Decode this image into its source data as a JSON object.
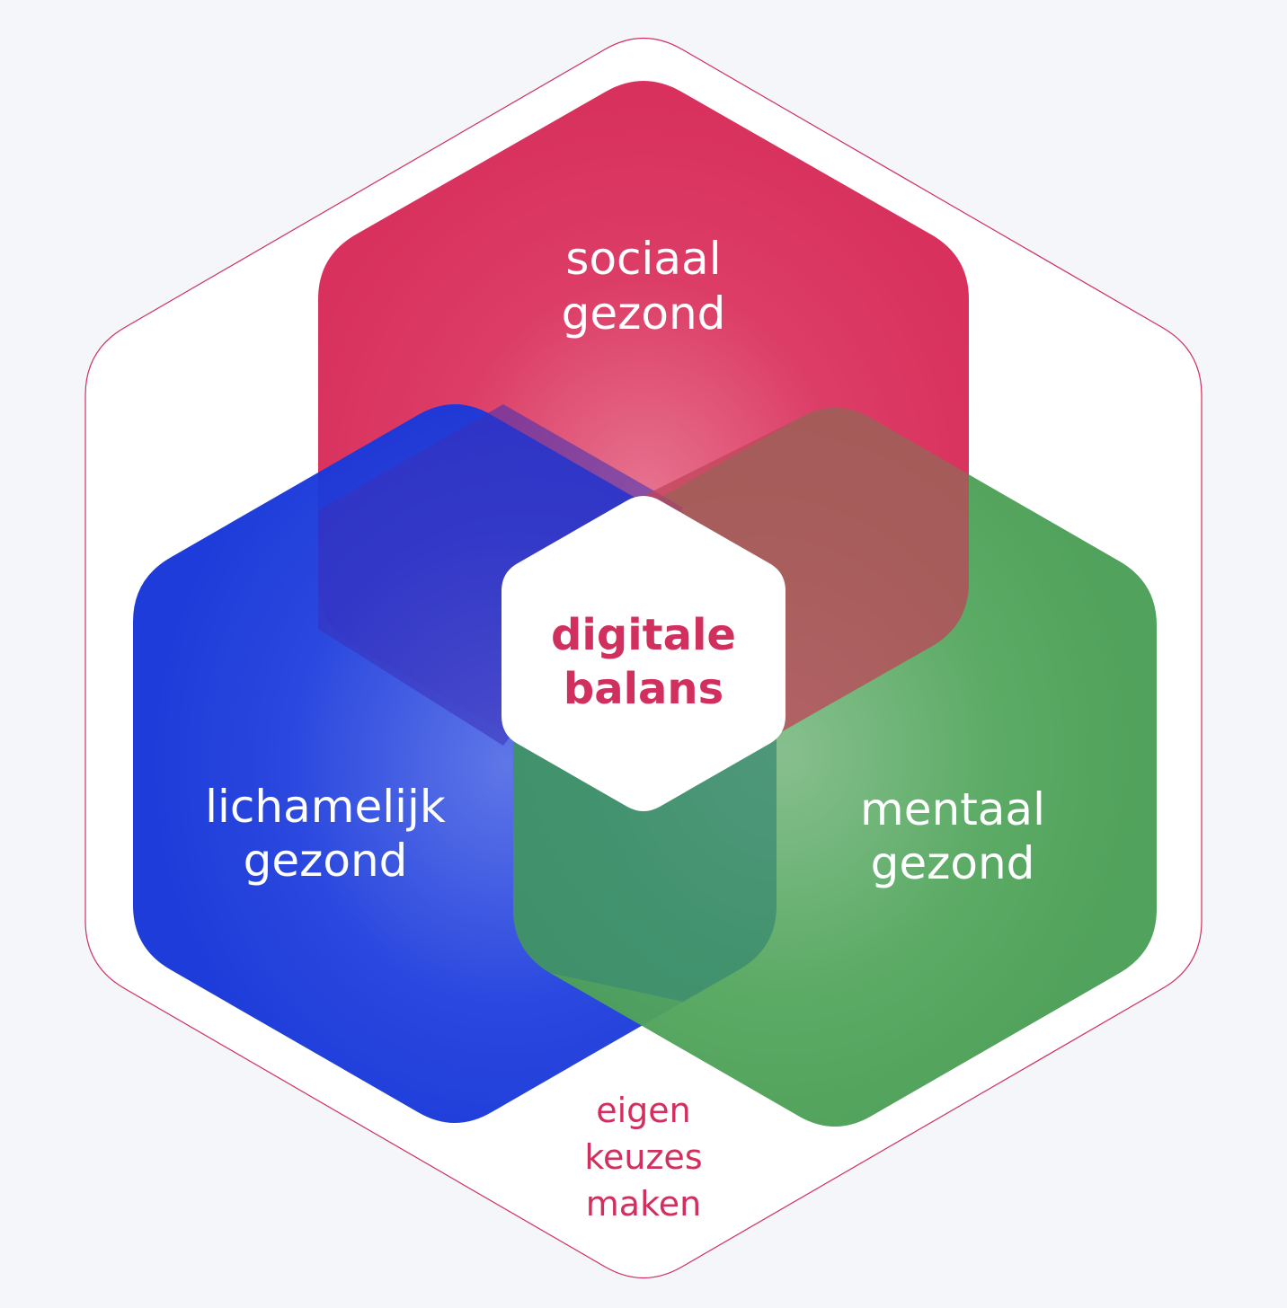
{
  "nodes": {
    "social": {
      "line1": "sociaal",
      "line2": "gezond",
      "color": "#d8315d"
    },
    "physical": {
      "line1": "lichamelijk",
      "line2": "gezond",
      "color": "#1736d8"
    },
    "mental": {
      "line1": "mentaal",
      "line2": "gezond",
      "color": "#4a9e55"
    }
  },
  "center": {
    "line1": "digitale",
    "line2": "balans",
    "color": "#d12f5e"
  },
  "outer": {
    "line1": "eigen",
    "line2": "keuzes",
    "line3": "maken",
    "border_color": "#d12f5e"
  }
}
